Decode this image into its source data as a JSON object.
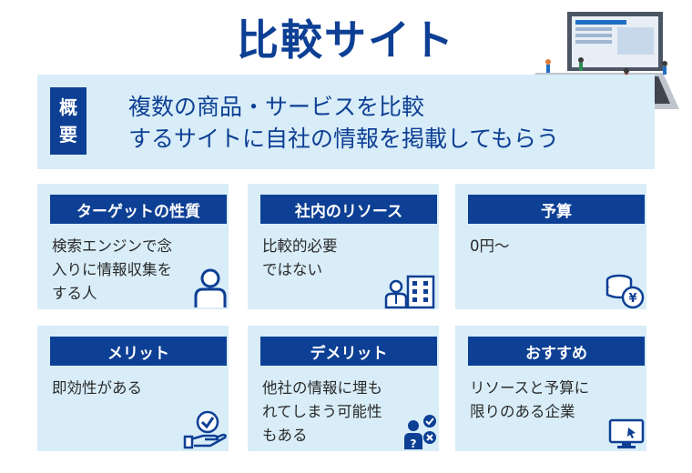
{
  "title": "比較サイト",
  "overview": {
    "badge_line1": "概",
    "badge_line2": "要",
    "text_line1": "複数の商品・サービスを比較",
    "text_line2": "するサイトに自社の情報を掲載してもらう"
  },
  "cards": [
    {
      "header": "ターゲットの性質",
      "lines": [
        "検索エンジンで念",
        "入りに情報収集を",
        "する人"
      ],
      "icon": "person-icon"
    },
    {
      "header": "社内のリソース",
      "lines": [
        "比較的必要",
        "ではない"
      ],
      "icon": "staff-building-icon"
    },
    {
      "header": "予算",
      "lines": [
        "0円〜"
      ],
      "icon": "coin-stack-icon"
    },
    {
      "header": "メリット",
      "lines": [
        "即効性がある"
      ],
      "icon": "hand-check-icon"
    },
    {
      "header": "デメリット",
      "lines": [
        "他社の情報に埋も",
        "れてしまう可能性",
        "もある"
      ],
      "icon": "confused-person-icon"
    },
    {
      "header": "おすすめ",
      "lines": [
        "リソースと予算に",
        "限りのある企業"
      ],
      "icon": "monitor-cursor-icon"
    }
  ],
  "colors": {
    "navy": "#0d3f94",
    "panel": "#d8edf8"
  }
}
